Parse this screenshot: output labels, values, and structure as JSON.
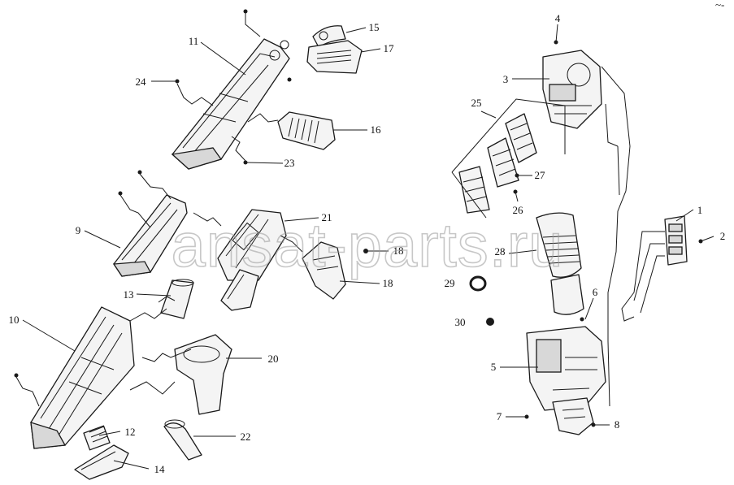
{
  "watermark": "ansat-parts.ru",
  "corner_mark": "~-",
  "callouts": [
    {
      "id": "c1",
      "label": "1"
    },
    {
      "id": "c2",
      "label": "2"
    },
    {
      "id": "c3",
      "label": "3"
    },
    {
      "id": "c4",
      "label": "4"
    },
    {
      "id": "c5",
      "label": "5"
    },
    {
      "id": "c6",
      "label": "6"
    },
    {
      "id": "c7",
      "label": "7"
    },
    {
      "id": "c8",
      "label": "8"
    },
    {
      "id": "c9",
      "label": "9"
    },
    {
      "id": "c10",
      "label": "10"
    },
    {
      "id": "c11",
      "label": "11"
    },
    {
      "id": "c12",
      "label": "12"
    },
    {
      "id": "c13",
      "label": "13"
    },
    {
      "id": "c14",
      "label": "14"
    },
    {
      "id": "c15",
      "label": "15"
    },
    {
      "id": "c16",
      "label": "16"
    },
    {
      "id": "c17",
      "label": "17"
    },
    {
      "id": "c18a",
      "label": "18"
    },
    {
      "id": "c18b",
      "label": "18"
    },
    {
      "id": "c20",
      "label": "20"
    },
    {
      "id": "c21",
      "label": "21"
    },
    {
      "id": "c22",
      "label": "22"
    },
    {
      "id": "c23",
      "label": "23"
    },
    {
      "id": "c24",
      "label": "24"
    },
    {
      "id": "c25",
      "label": "25"
    },
    {
      "id": "c26",
      "label": "26"
    },
    {
      "id": "c27",
      "label": "27"
    },
    {
      "id": "c28",
      "label": "28"
    },
    {
      "id": "c29",
      "label": "29"
    },
    {
      "id": "c30",
      "label": "30"
    }
  ]
}
